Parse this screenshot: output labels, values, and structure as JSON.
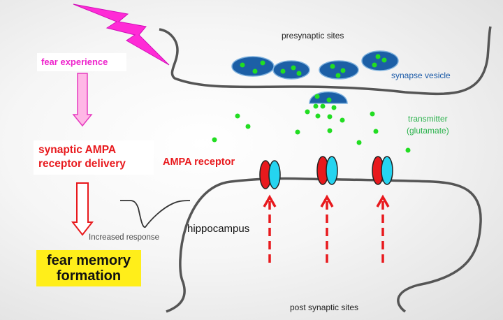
{
  "labels": {
    "fear_experience": "fear experience",
    "ampa_delivery_line1": "synaptic AMPA",
    "ampa_delivery_line2": "receptor delivery",
    "fear_memory_line1": "fear memory",
    "fear_memory_line2": "formation",
    "presynaptic": "presynaptic sites",
    "synapse_vesicle": "synapse vesicle",
    "transmitter_line1": "transmitter",
    "transmitter_line2": "(glutamate)",
    "ampa_receptor": "AMPA receptor",
    "increased_response": "Increased response",
    "hippocampus": "hippocampus",
    "postsynaptic": "post synaptic sites"
  },
  "colors": {
    "lightning": "#ff2bd6",
    "fear_text": "#ee22cc",
    "red_text": "#e8191d",
    "highlight": "#ffee1a",
    "membrane": "#555555",
    "vesicle": "#1c5fa6",
    "vesicle_outline": "#7fb2de",
    "transmitter": "#22dd22",
    "receptor_red": "#e8191d",
    "receptor_cyan": "#25d4f0",
    "arrow_pink_fill": "#ffb7e6",
    "arrow_pink_stroke": "#e63bbf",
    "arrow_red_stroke": "#e8191d"
  },
  "icons": [
    "lightning-bolt-icon",
    "down-arrow-icon",
    "dashed-arrow-icon"
  ]
}
